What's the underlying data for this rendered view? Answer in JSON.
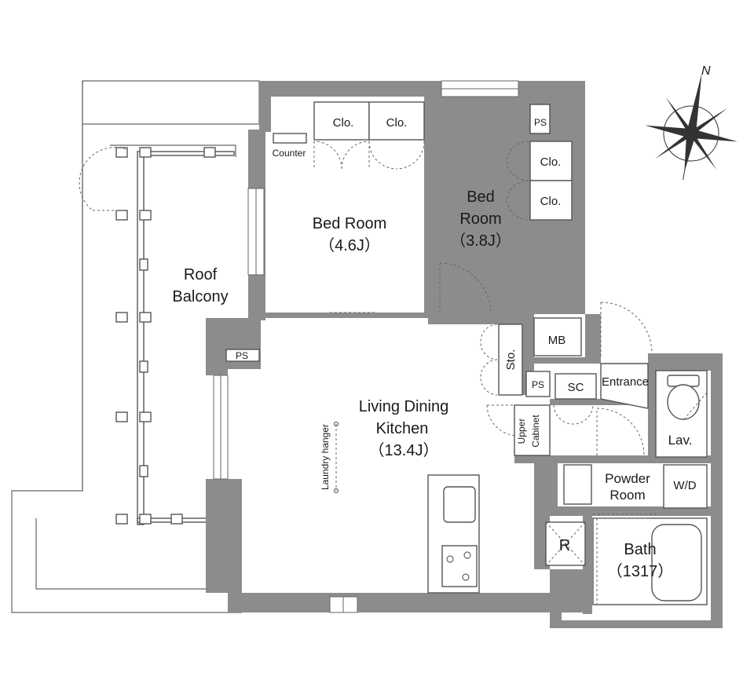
{
  "rooms": {
    "roof_balcony": [
      "Roof",
      "Balcony"
    ],
    "bed_room_1": [
      "Bed Room",
      "（4.6J）"
    ],
    "bed_room_2": [
      "Bed",
      "Room",
      "（3.8J）"
    ],
    "ldk": [
      "Living Dining",
      "Kitchen",
      "（13.4J）"
    ],
    "powder_room": [
      "Powder",
      "Room"
    ],
    "bath": [
      "Bath",
      "（1317）"
    ],
    "lav": "Lav.",
    "wd": "W/D",
    "entrance": "Entrance"
  },
  "labels": {
    "clo": "Clo.",
    "counter": "Counter",
    "ps": "PS",
    "sto": "Sto.",
    "mb": "MB",
    "sc": "SC",
    "upper_cabinet": [
      "Upper",
      "Cabinet"
    ],
    "laundry_hanger": "Laundry hanger",
    "refrigerator": "R"
  },
  "compass": {
    "north": "N"
  }
}
